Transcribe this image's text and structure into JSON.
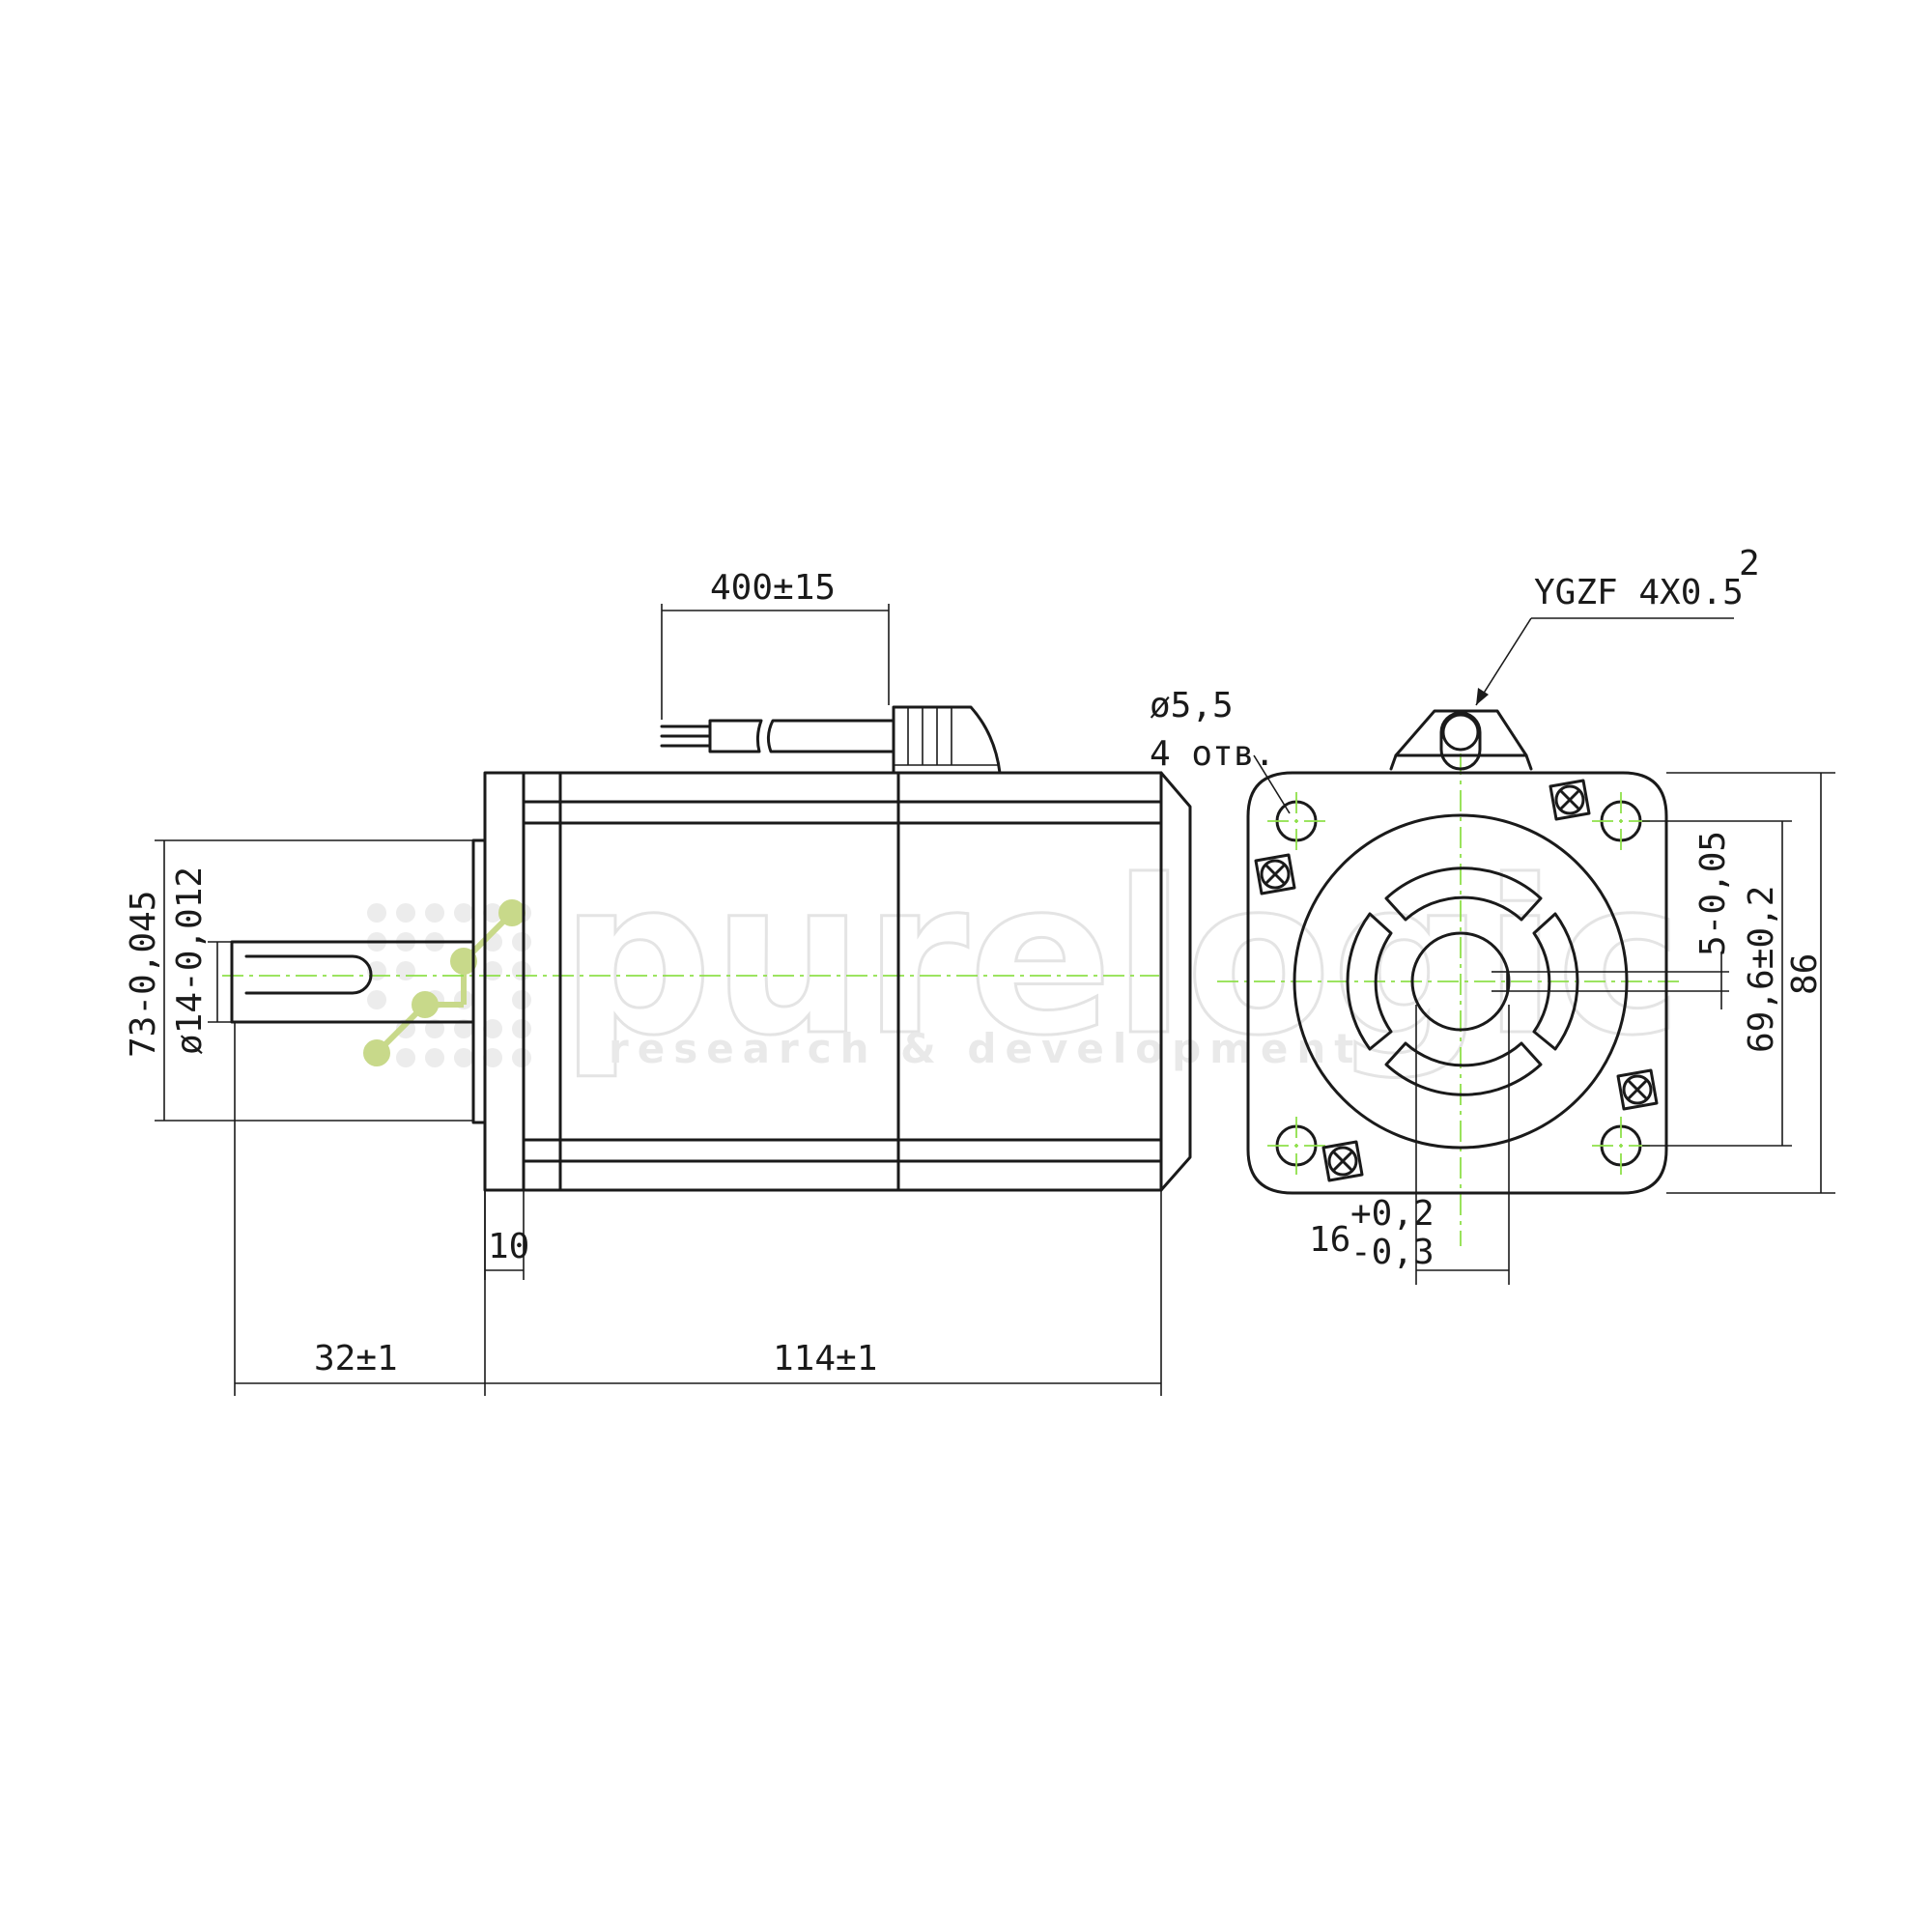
{
  "dimensions": {
    "cable_length": "400±15",
    "cable_type": "YGZF  4X0.5",
    "cable_type_sup": "2",
    "hole_diameter": "ø5,5",
    "hole_count": "4 отв.",
    "flange_diameter": "73-0,045",
    "shaft_diameter": "ø14-0,012",
    "flange_thickness": "10",
    "shaft_length": "32±1",
    "body_length": "114±1",
    "shaft_flat": "5-0,05",
    "hole_spacing": "69,6±0,2",
    "body_size": "86",
    "key_base": "16",
    "key_tol_upper": "+0,2",
    "key_tol_lower": "-0,3"
  },
  "watermark": {
    "brand": "purelogic",
    "tagline": "research & development"
  },
  "colors": {
    "line": "#1a1a1a",
    "center_line": "#8fe04a",
    "watermark": "#e4e4e4",
    "logo_accent": "#c8d98a"
  }
}
